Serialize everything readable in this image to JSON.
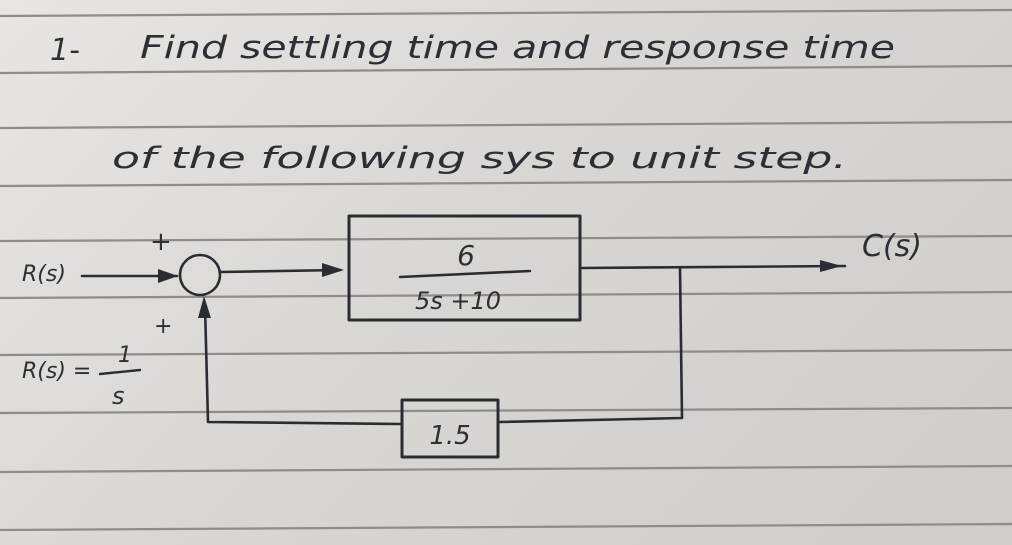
{
  "problem": {
    "number": "1-",
    "line1": "Find settling time and response time",
    "line2": "of the following sys to unit step."
  },
  "diagram": {
    "input_label": "R(s)",
    "output_label": "C(s)",
    "summing_signs": {
      "top": "+",
      "bottom": "+"
    },
    "forward_block": {
      "numerator": "6",
      "denominator": "5s +10"
    },
    "feedback_block": {
      "gain": "1.5"
    },
    "input_definition": {
      "lhs": "R(s) =",
      "numerator": "1",
      "denominator": "s"
    }
  }
}
